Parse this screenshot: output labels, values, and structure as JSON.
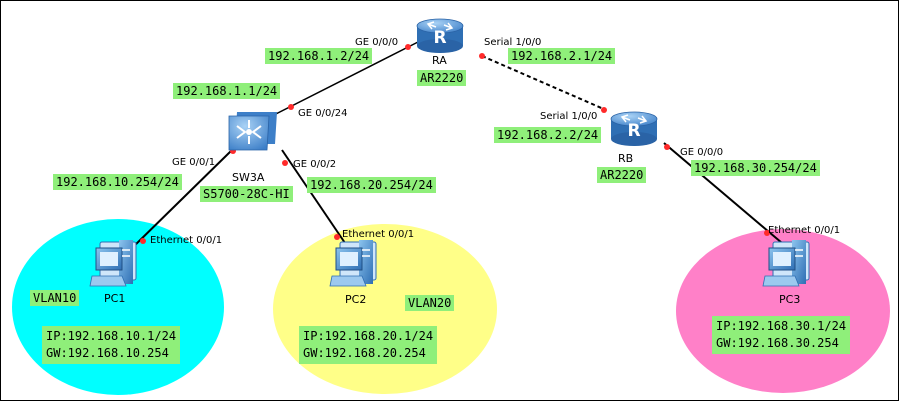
{
  "devices": {
    "ra": {
      "name": "RA",
      "model": "AR2220"
    },
    "rb": {
      "name": "RB",
      "model": "AR2220"
    },
    "sw3a": {
      "name": "SW3A",
      "model": "S5700-28C-HI"
    },
    "pc1": {
      "name": "PC1",
      "vlan": "VLAN10",
      "ip": "IP:192.168.10.1/24",
      "gw": "GW:192.168.10.254"
    },
    "pc2": {
      "name": "PC2",
      "vlan": "VLAN20",
      "ip": "IP:192.168.20.1/24",
      "gw": "GW:192.168.20.254"
    },
    "pc3": {
      "name": "PC3",
      "ip": "IP:192.168.30.1/24",
      "gw": "GW:192.168.30.254"
    }
  },
  "ports": {
    "ra_ge": "GE 0/0/0",
    "ra_serial": "Serial 1/0/0",
    "rb_serial": "Serial  1/0/0",
    "rb_ge": "GE 0/0/0",
    "sw_ge24": "GE 0/0/24",
    "sw_ge1": "GE 0/0/1",
    "sw_ge2": "GE 0/0/2",
    "pc1_eth": "Ethernet 0/0/1",
    "pc2_eth": "Ethernet 0/0/1",
    "pc3_eth": "Ethernet 0/0/1"
  },
  "addresses": {
    "ra_ge": "192.168.1.2/24",
    "ra_serial": "192.168.2.1/24",
    "rb_serial": "192.168.2.2/24",
    "rb_ge": "192.168.30.254/24",
    "sw_ge24": "192.168.1.1/24",
    "sw_vlan10": "192.168.10.254/24",
    "sw_vlan20": "192.168.20.254/24"
  },
  "colors": {
    "label_bg": "#8fef7a",
    "vlan10_zone": "#00ffff",
    "vlan20_zone": "#ffff88",
    "pc3_zone": "#ff80c8",
    "port_dot": "#ff2a2a",
    "device_blue": "#3d7fc8"
  },
  "icons": {
    "router": "router-icon",
    "switch": "l3-switch-icon",
    "pc": "pc-icon"
  }
}
